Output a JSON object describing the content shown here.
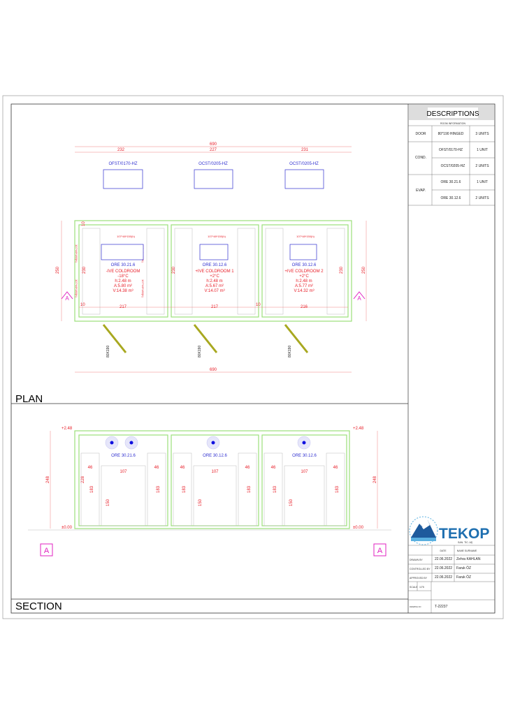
{
  "descriptions": {
    "title": "DESCRIPTIONS",
    "subtitle": "ROOM INFORMATION",
    "rows": [
      {
        "group": "DOOR",
        "item": "80*190 HINGED",
        "qty": "3 UNITS"
      },
      {
        "group": "COND.",
        "item": "OFST/0170-HZ",
        "qty": "1 UNIT"
      },
      {
        "group": "",
        "item": "OCST/0205-HZ",
        "qty": "2 UNITS"
      },
      {
        "group": "EVAP.",
        "item": "ORE 30.21.6",
        "qty": "1 UNIT"
      },
      {
        "group": "",
        "item": "ORE 30.12.6",
        "qty": "2 UNITS"
      }
    ]
  },
  "title_block": {
    "logo_text": "TEKOP",
    "logo_sub": "SAN. TİC. AŞ",
    "col_date": "DATE",
    "col_name": "NAME SURNAME",
    "rows": [
      {
        "role": "DRAWN BY",
        "date": "22.06.2022",
        "name": "Zehra KAHLAN"
      },
      {
        "role": "CONTROLLED BY",
        "date": "22.06.2022",
        "name": "Faruk ÖZ"
      },
      {
        "role": "APPROVED BY",
        "date": "22.06.2022",
        "name": "Faruk ÖZ"
      }
    ],
    "scale_label": "SCALE",
    "scale_value": "1/75",
    "drawing_no_label": "DRAWING NO",
    "drawing_no": "T-22237"
  },
  "plan": {
    "label": "PLAN",
    "total_width": "690",
    "segments": [
      "232",
      "227",
      "231"
    ],
    "depth": "250",
    "inner_depth": "230",
    "wall": "10",
    "condensers": [
      "OFST/0170-HZ",
      "OCST/0205-HZ",
      "OCST/0205-HZ"
    ],
    "door_label": "80X190",
    "shelf_top": "107*48*150(h)",
    "shelf_side": "107*46*183(h)",
    "section_marker": "A",
    "rooms": [
      {
        "evap": "ORE 30.21.6",
        "name": "-IVE COLDROOM",
        "temp": "-18°C",
        "h": "h:2.48 m",
        "a": "A:5.80 m²",
        "v": "V:14.38 m³",
        "width": "217"
      },
      {
        "evap": "ORE 30.12.6",
        "name": "+IVE COLDROOM 1",
        "temp": "+2°C",
        "h": "h:2.48 m",
        "a": "A:5.67 m²",
        "v": "V:14.07 m³",
        "width": "217"
      },
      {
        "evap": "ORE 30.12.6",
        "name": "+IVE COLDROOM 2",
        "temp": "+2°C",
        "h": "h:2.48 m",
        "a": "A:5.77 m²",
        "v": "V:14.32 m³",
        "width": "216"
      }
    ]
  },
  "section": {
    "label": "SECTION",
    "top_level": "+2.48",
    "floor_level": "±0.00",
    "height": "248",
    "inner_height": "228",
    "shelf_w": "46",
    "shelf_h": "183",
    "door_w": "107",
    "door_h": "150",
    "marker": "A",
    "evaps": [
      "ORE 30.21.6",
      "ORE 30.12.6",
      "ORE 30.12.6"
    ]
  }
}
